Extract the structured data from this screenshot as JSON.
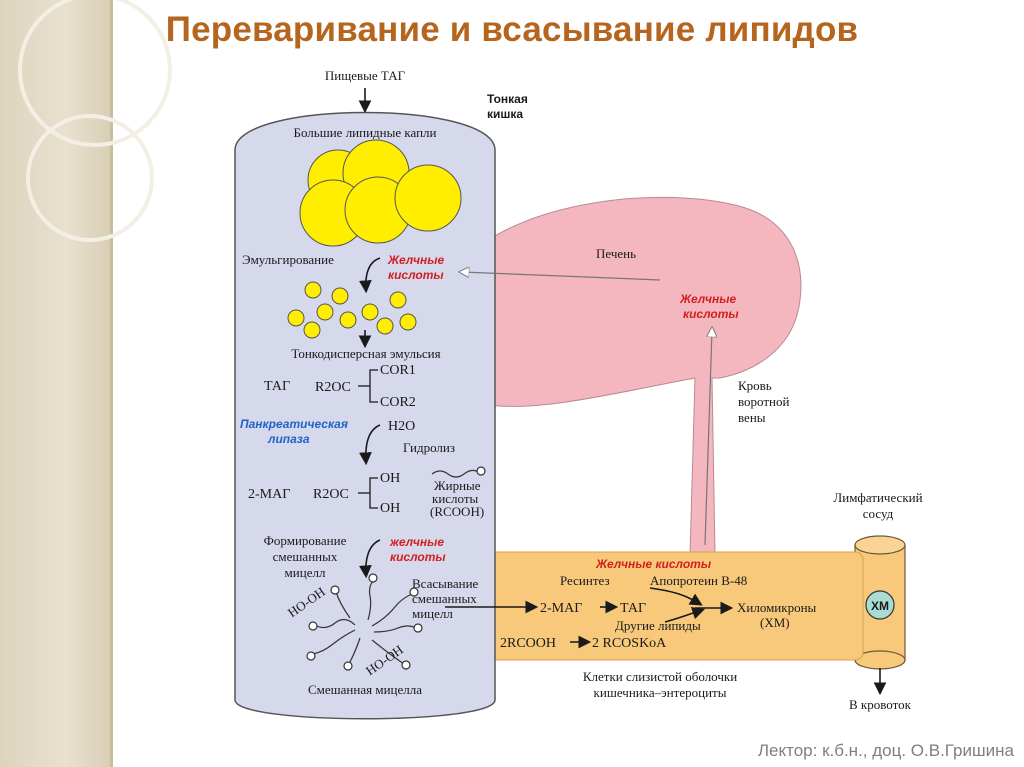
{
  "title": "Переваривание и всасывание липидов",
  "footer": "Лектор: к.б.н., доц. О.В.Гришина",
  "diagram": {
    "food_tag": "Пищевые ТАГ",
    "small_intestine": [
      "Тонкая",
      "кишка"
    ],
    "large_droplets": "Большие липидные капли",
    "emulsification": "Эмульгирование",
    "bile_acids_1": [
      "Желчные",
      "кислоты"
    ],
    "liver": "Печень",
    "bile_acids_liver": [
      "Желчные",
      "кислоты"
    ],
    "fine_emulsion": "Тонкодисперсная эмульсия",
    "tag": "ТАГ",
    "r2oc_1": "R2OC",
    "cor1": "COR1",
    "cor2": "COR2",
    "pancreatic_lipase": [
      "Панкреатическая",
      "липаза"
    ],
    "h2o": "H2O",
    "hydrolysis": "Гидролиз",
    "portal_blood": [
      "Кровь",
      "воротной",
      "вены"
    ],
    "mag": "2-МАГ",
    "r2oc_2": "R2OC",
    "oh1": "OH",
    "oh2": "OH",
    "fatty_acids": [
      "Жирные",
      "кислоты",
      "(RCOOH)"
    ],
    "lymph_vessel": [
      "Лимфатический",
      "сосуд"
    ],
    "micelle_formation": [
      "Формирование",
      "смешанных",
      "мицелл"
    ],
    "bile_acids_2": [
      "желчные",
      "кислоты"
    ],
    "bile_acids_enterocyte": "Желчные кислоты",
    "resynthesis": "Ресинтез",
    "apoprotein": "Апопротеин В-48",
    "absorption": [
      "Всасывание",
      "смешанных",
      "мицелл"
    ],
    "mag_tag": [
      "2-МАГ",
      "ТАГ"
    ],
    "chylomicrons": [
      "Хиломикроны",
      "(ХМ)"
    ],
    "other_lipids": "Другие липиды",
    "xm": "ХМ",
    "rcooh_reaction": [
      "2RCOOH",
      "2 RCOSKoA"
    ],
    "ho_oh_1": "HO-OH",
    "ho_oh_2": "HO-OH",
    "mixed_micelle": "Смешанная мицелла",
    "enterocytes": [
      "Клетки слизистой оболочки",
      "кишечника–энтероциты"
    ],
    "to_blood": "В кровоток",
    "colors": {
      "title": "#b5651d",
      "intestine": "#d6d8ec",
      "liver": "#f4b7bf",
      "enterocyte": "#f8c97a",
      "droplet": "#ffee00",
      "bile": "#d21f1f",
      "lipase": "#1f63c8"
    }
  }
}
